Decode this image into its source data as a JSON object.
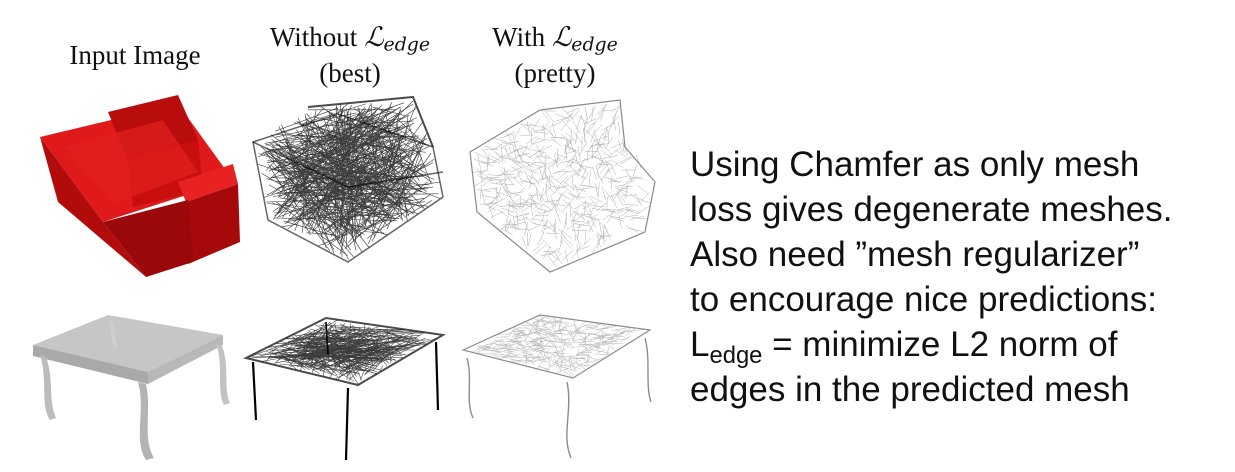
{
  "figure": {
    "columns": [
      {
        "header": "Input Image",
        "header_math": "",
        "subheader": ""
      },
      {
        "header": "Without ",
        "header_math": "ℒ",
        "header_math_sub": "edge",
        "subheader": "(best)"
      },
      {
        "header": "With ",
        "header_math": "ℒ",
        "header_math_sub": "edge",
        "subheader": "(pretty)"
      }
    ],
    "rows": [
      {
        "object": "sofa"
      },
      {
        "object": "table"
      }
    ],
    "colors": {
      "input_sofa": "#d40f10",
      "input_table": "#c8c8c8",
      "mesh_without": "#1a1a1a",
      "mesh_with": "#9a9a9a"
    }
  },
  "caption": {
    "line1": "Using Chamfer as only mesh",
    "line2": "loss gives degenerate meshes.",
    "line3": "Also need ”mesh regularizer”",
    "line4": "to encourage nice predictions:",
    "line5_prefix": "L",
    "line5_sub": "edge",
    "line5_suffix": " = minimize L2 norm of",
    "line6": "edges in the predicted mesh"
  }
}
